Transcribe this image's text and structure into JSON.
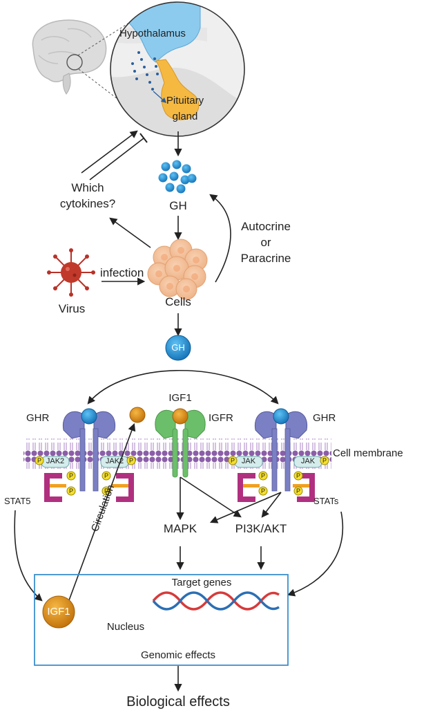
{
  "top": {
    "hypothalamus": "Hypothalamus",
    "pituitary_line1": "Pituitary",
    "pituitary_line2": "gland",
    "cytokines_line1": "Which",
    "cytokines_line2": "cytokines?",
    "gh": "GH",
    "autocrine_line1": "Autocrine",
    "autocrine_line2": "or",
    "autocrine_line3": "Paracrine",
    "infection": "infection",
    "virus": "Virus",
    "cells": "Cells",
    "gh_ball": "GH"
  },
  "membrane": {
    "ghr_left": "GHR",
    "ghr_right": "GHR",
    "igf1": "IGF1",
    "igfr": "IGFR",
    "cell_membrane": "Cell membrane",
    "jak2_left": "JAK2",
    "jak2_right": "JAK2",
    "jak_left": "JAK",
    "jak_right": "JAK",
    "phospho": "P",
    "stat5": "STAT5",
    "stats": "STATs",
    "circulation": "Circulation",
    "mapk": "MAPK",
    "pi3k": "PI3K/AKT"
  },
  "nucleus": {
    "target_genes": "Target genes",
    "igf1": "IGF1",
    "nucleus_label": "Nucleus",
    "genomic_effects": "Genomic effects"
  },
  "bottom": {
    "biological_effects": "Biological effects"
  },
  "colors": {
    "hypothalamus_blue": "#8ccbee",
    "pituitary_orange": "#f5b942",
    "gh_blue": "#1f8fd4",
    "receptor_purple": "#7b80c4",
    "igfr_green": "#6cbf6a",
    "igf1_orange": "#d98a14",
    "stat_magenta": "#b0307f",
    "membrane_purple": "#c9a8dd",
    "nucleus_border": "#3a8fd0",
    "dna_red": "#d63b3b",
    "dna_blue": "#2b6fb5",
    "virus_red": "#c0392b"
  }
}
